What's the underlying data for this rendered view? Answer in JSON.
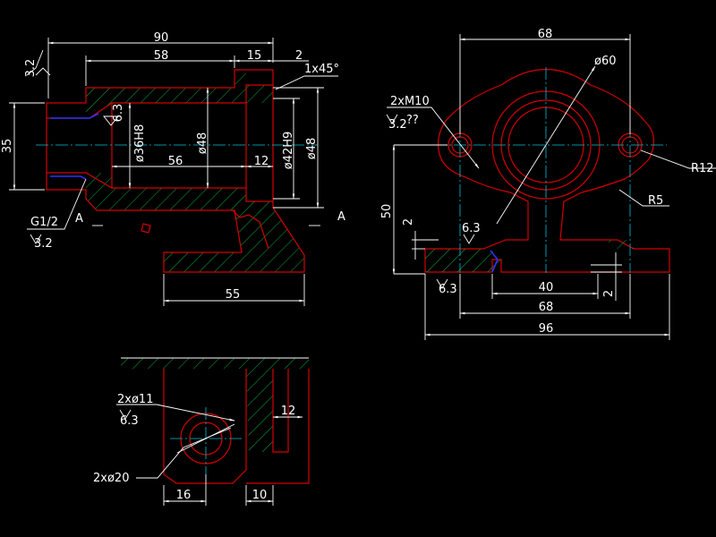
{
  "colors": {
    "background": "#000000",
    "outline": "#d40000",
    "dimension": "#ffffff",
    "centerline": "#00c0d8",
    "hatch": "#00c040",
    "thread": "#3030ff"
  },
  "front_view": {
    "dims": {
      "overall_length": "90",
      "bore_length": "58",
      "step_length": "15",
      "chamfer_width": "2",
      "chamfer": "1x45°",
      "height": "35",
      "bore_36": "ø36H8",
      "bore_48": "ø48",
      "hole_length": "56",
      "groove_width": "12",
      "bore_42": "ø42H9",
      "outer_48": "ø48",
      "base_length": "55"
    },
    "surface_marks": {
      "left_top": "3.2",
      "bore": "6.3",
      "thread": "G1/2",
      "thread_finish": "3.2"
    },
    "section_labels": {
      "left": "A",
      "right": "A"
    }
  },
  "side_view": {
    "dims": {
      "top_width": "68",
      "flange_dia": "ø60",
      "tapped_holes": "2xM10",
      "tapped_finish": "3.2",
      "tapped_depth": "??",
      "r12": "R12",
      "r5": "R5",
      "height_50": "50",
      "base_step": "2",
      "slot_finish_top": "6.3",
      "slot_finish_bottom": "6.3",
      "slot_width": "40",
      "right_step": "2",
      "bottom_68": "68",
      "bottom_96": "96"
    }
  },
  "section_view": {
    "dims": {
      "hole_11": "2xø11",
      "hole_11_finish": "6.3",
      "counterbore_20": "2xø20",
      "rib_width": "12",
      "offset_16": "16",
      "wall_10": "10"
    }
  }
}
